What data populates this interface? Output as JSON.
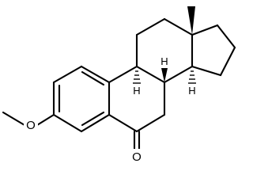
{
  "molecule": {
    "atoms": {
      "methoxy_oxygen": "O",
      "ketone_oxygen": "O",
      "h_c9": "H",
      "h_c8": "H",
      "h_c14": "H"
    }
  }
}
